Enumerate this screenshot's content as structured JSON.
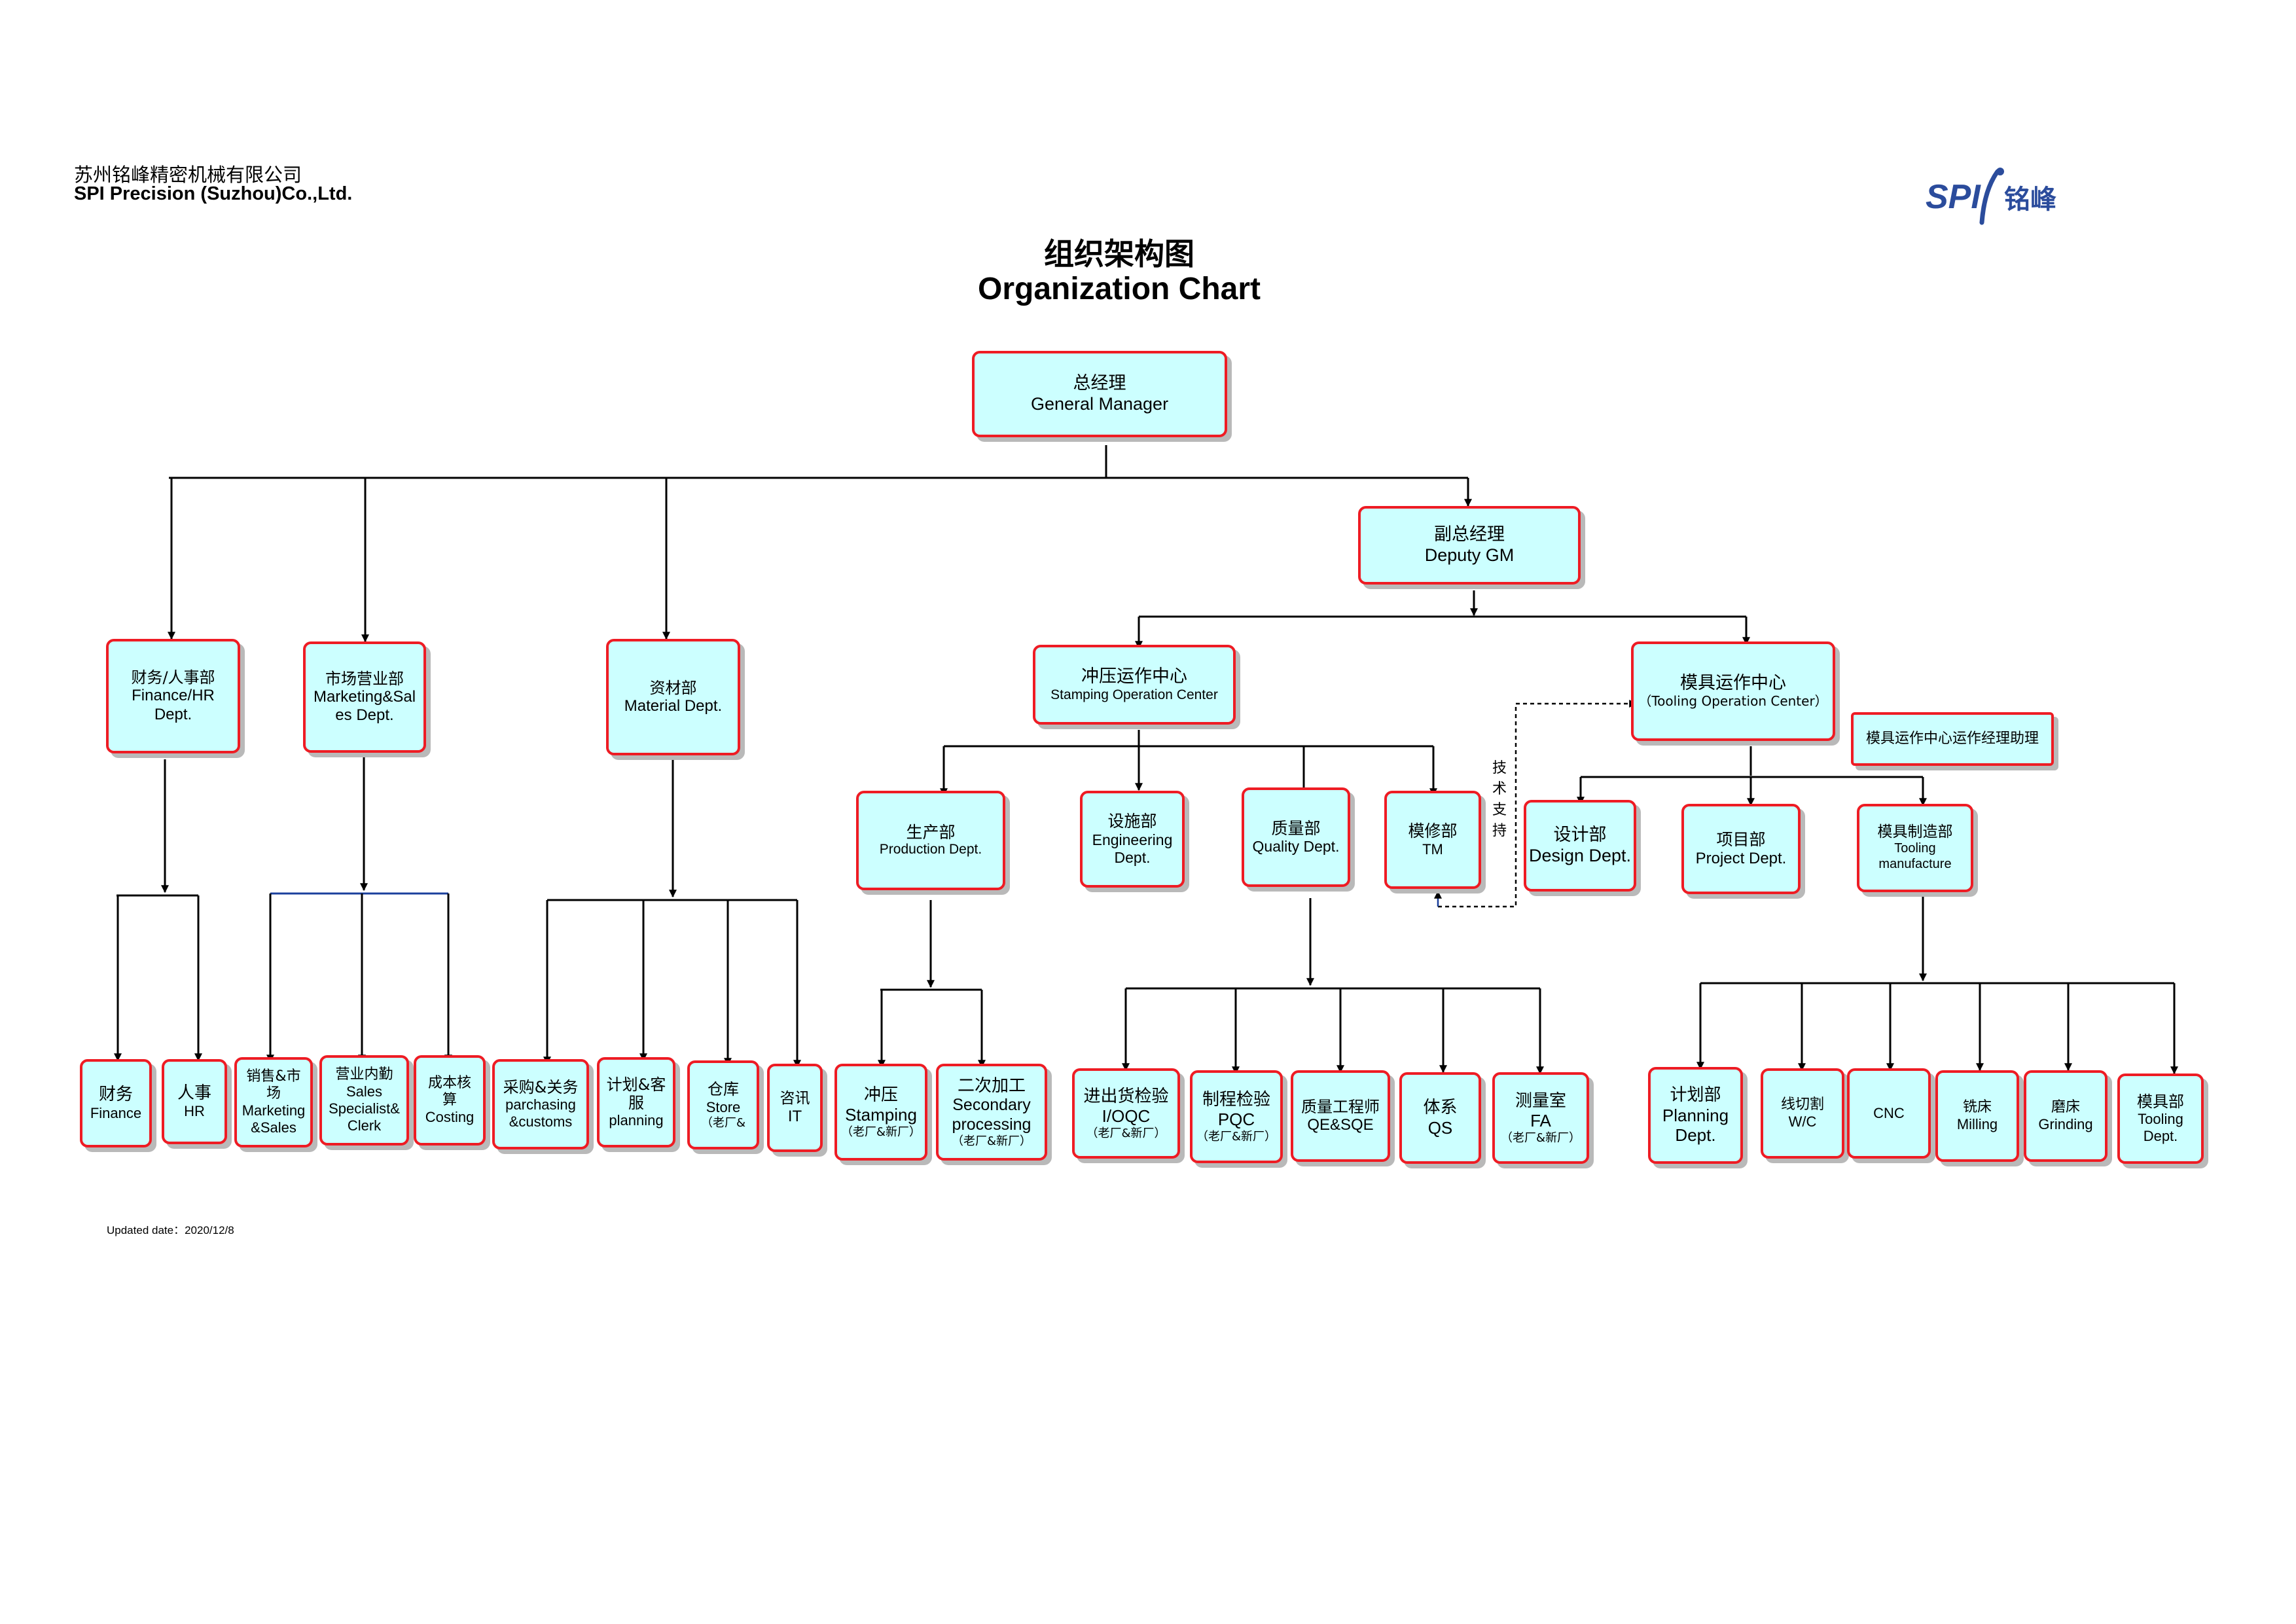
{
  "header": {
    "company_cn": "苏州铭峰精密机械有限公司",
    "company_en": "SPI Precision (Suzhou)Co.,Ltd.",
    "title_cn": "组织架构图",
    "title_en": "Organization Chart",
    "logo_text": "SPI",
    "logo_cn": "铭峰"
  },
  "footer": {
    "updated": "Updated date：2020/12/8"
  },
  "tech_support_note": "技术支持",
  "colors": {
    "box_fill": "#ccffff",
    "box_border": "#ee1c24",
    "shadow": "#b9b9b9",
    "logo": "#2b4c9c"
  },
  "nodes": {
    "gm": {
      "zh": "总经理",
      "en": "General Manager"
    },
    "dgm": {
      "zh": "副总经理",
      "en": "Deputy GM"
    },
    "finance_hr": {
      "zh": "财务/人事部",
      "en1": "Finance/HR",
      "en2": "Dept."
    },
    "marketing": {
      "zh": "市场营业部",
      "en1": "Marketing&Sal",
      "en2": "es Dept."
    },
    "material": {
      "zh": "资材部",
      "en": "Material  Dept."
    },
    "stamping_center": {
      "zh": "冲压运作中心",
      "en": "Stamping Operation Center"
    },
    "tooling_center": {
      "zh": "模具运作中心",
      "en": "（Tooling  Operation Center）"
    },
    "tooling_assistant": {
      "zh": "模具运作中心运作经理助理"
    },
    "production": {
      "zh": "生产部",
      "en": "Production  Dept."
    },
    "engineering": {
      "zh": "设施部",
      "en1": "Engineering",
      "en2": "Dept."
    },
    "quality": {
      "zh": "质量部",
      "en": "Quality Dept."
    },
    "tm": {
      "zh": "模修部",
      "en": "TM"
    },
    "design": {
      "zh": "设计部",
      "en": "Design Dept."
    },
    "project": {
      "zh": "项目部",
      "en": "Project Dept."
    },
    "tooling_mfg": {
      "zh": "模具制造部",
      "en1": "Tooling",
      "en2": "manufacture"
    },
    "finance": {
      "zh": "财务",
      "en": "Finance"
    },
    "hr": {
      "zh": "人事",
      "en": "HR"
    },
    "mkt_sales": {
      "zh1": "销售&市",
      "zh2": "场",
      "en1": "Marketing",
      "en2": "&Sales"
    },
    "sales_clerk": {
      "zh": "营业内勤",
      "en1": "Sales",
      "en2": "Specialist&",
      "en3": "Clerk"
    },
    "costing": {
      "zh1": "成本核",
      "zh2": "算",
      "en": "Costing"
    },
    "purchasing": {
      "zh": "采购&关务",
      "en1": "parchasing",
      "en2": "&customs"
    },
    "planning_cs": {
      "zh1": "计划&客",
      "zh2": "服",
      "en": "planning"
    },
    "store": {
      "zh": "仓库",
      "en": "Store",
      "sub": "（老厂&"
    },
    "it": {
      "zh": "咨讯",
      "en": "IT"
    },
    "stamping": {
      "zh": "冲压",
      "en": "Stamping",
      "sub": "（老厂&新厂）"
    },
    "secondary": {
      "zh": "二次加工",
      "en1": "Secondary",
      "en2": "processing",
      "sub": "（老厂&新厂）"
    },
    "ioqc": {
      "zh": "进出货检验",
      "en": "I/OQC",
      "sub": "（老厂&新厂）"
    },
    "pqc": {
      "zh": "制程检验",
      "en": "PQC",
      "sub": "（老厂&新厂）"
    },
    "qe_sqe": {
      "zh": "质量工程师",
      "en": "QE&SQE"
    },
    "qs": {
      "zh": "体系",
      "en": "QS"
    },
    "fa": {
      "zh": "测量室",
      "en": "FA",
      "sub": "（老厂&新厂）"
    },
    "planning_dept": {
      "zh": "计划部",
      "en1": "Planning",
      "en2": "Dept."
    },
    "wc": {
      "zh": "线切割",
      "en": "W/C"
    },
    "cnc": {
      "en": "CNC"
    },
    "milling": {
      "zh": "铣床",
      "en": "Milling"
    },
    "grinding": {
      "zh": "磨床",
      "en": "Grinding"
    },
    "tooling_dept": {
      "zh": "模具部",
      "en1": "Tooling",
      "en2": "Dept."
    }
  }
}
